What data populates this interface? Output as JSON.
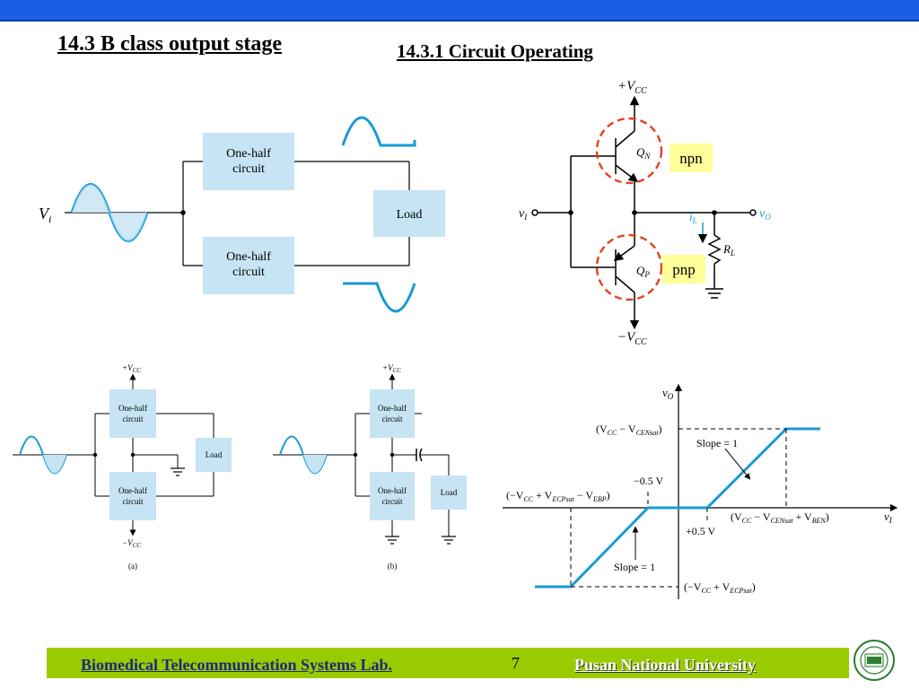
{
  "slide": {
    "title": "14.3   B class output stage",
    "subtitle": "14.3.1  Circuit Operating",
    "page_number": "7"
  },
  "footer": {
    "lab": "Biomedical Telecommunication Systems Lab.",
    "university": "Pusan National University"
  },
  "block_diagram": {
    "input_label": "V",
    "input_sub": "i",
    "top_block": [
      "One-half",
      "circuit"
    ],
    "bottom_block": [
      "One-half",
      "circuit"
    ],
    "load": "Load"
  },
  "circuit": {
    "vcc_pos": "+V",
    "vcc_neg": "−V",
    "vcc_sub": "CC",
    "qn": "Q",
    "qn_sub": "N",
    "qp": "Q",
    "qp_sub": "P",
    "npn_tag": "npn",
    "pnp_tag": "pnp",
    "vi": "v",
    "vi_sub": "I",
    "vo": "v",
    "vo_sub": "O",
    "il": "i",
    "il_sub": "L",
    "rl": "R",
    "rl_sub": "L"
  },
  "config_a": {
    "vcc_pos": "+V",
    "vcc_neg": "−V",
    "vcc_sub": "CC",
    "block": [
      "One-half",
      "circuit"
    ],
    "load": "Load",
    "caption": "(a)"
  },
  "config_b": {
    "vcc_pos": "+V",
    "vcc_sub": "CC",
    "block": [
      "One-half",
      "circuit"
    ],
    "load": "Load",
    "caption": "(b)"
  },
  "transfer": {
    "y_axis": "v",
    "y_axis_sub": "O",
    "x_axis": "v",
    "x_axis_sub": "I",
    "upper_level": "(V",
    "upper_level_a": "CC",
    "upper_level_b": " − V",
    "upper_level_c": "CENsat",
    "upper_level_d": ")",
    "slope_upper": "Slope = 1",
    "slope_lower": "Slope = 1",
    "neg_thresh": "−0.5 V",
    "pos_thresh": "+0.5 V",
    "left_break": [
      "(−V",
      "CC",
      " + V",
      "ECPsat",
      " − V",
      "EBP",
      ")"
    ],
    "right_break": [
      "(V",
      "CC",
      " − V",
      "CENsat",
      " + V",
      "BEN",
      ")"
    ],
    "lower_level": [
      "(−V",
      "CC",
      " + V",
      "ECPsat",
      ")"
    ]
  },
  "colors": {
    "header_bar": "#1a5ee8",
    "footer_bar": "#99cc00",
    "block_fill": "#c6e4f3",
    "signal": "#1a9ad6",
    "highlight": "#ffff99",
    "circle": "#e0431a"
  }
}
